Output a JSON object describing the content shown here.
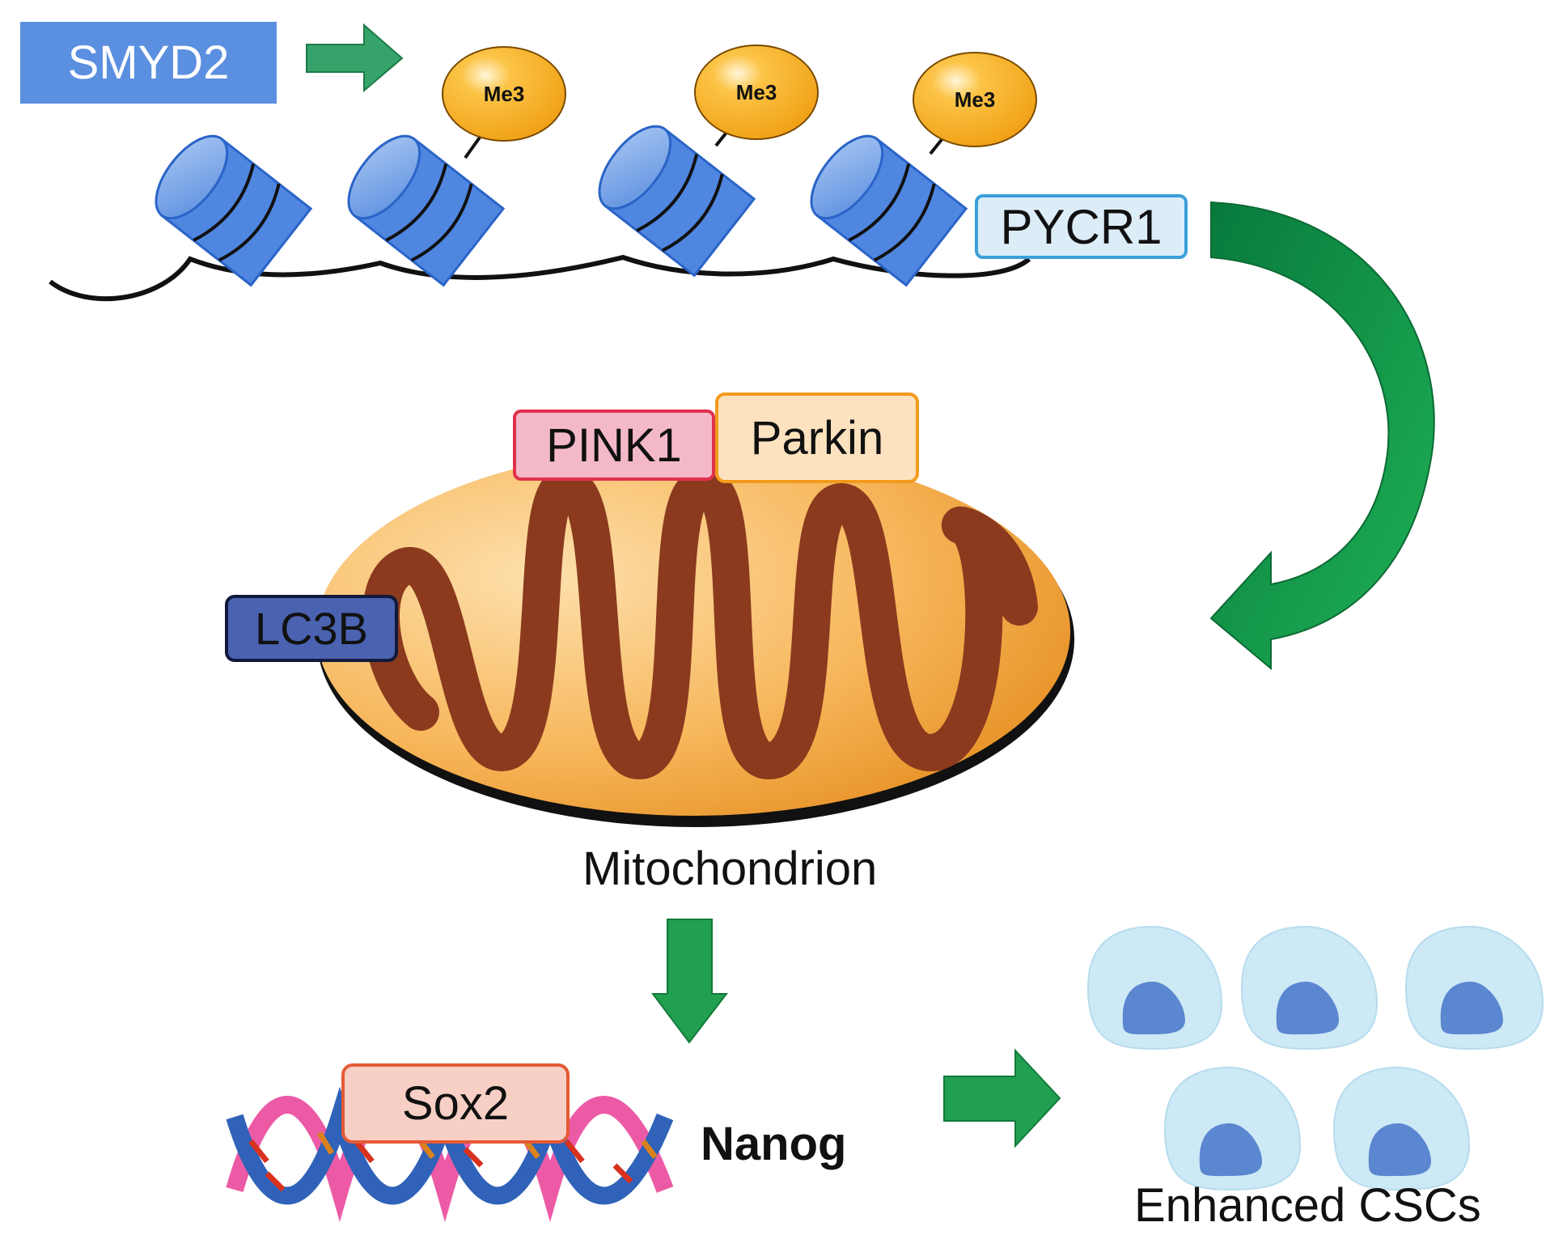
{
  "diagram": {
    "enzyme_label": "SMYD2",
    "methyl_marks": [
      "Me3",
      "Me3",
      "Me3"
    ],
    "target_gene_label": "PYCR1",
    "mitophagy_proteins": {
      "pink1": "PINK1",
      "parkin": "Parkin",
      "lc3b": "LC3B"
    },
    "organelle_label": "Mitochondrion",
    "transcription_factor": "Sox2",
    "stemness_gene": "Nanog",
    "outcome_label": "Enhanced CSCs",
    "nucleosome_count": 4,
    "cell_count": 5,
    "colors": {
      "arrow_green": "#20a050",
      "nucleosome_blue": "#4f86e0",
      "me3_orange": "#f7b32b",
      "mito_outer": "#f5a742",
      "mito_crista": "#8b3a1e",
      "cell_light": "#cde9f5",
      "nucleus": "#5b86d0"
    }
  }
}
